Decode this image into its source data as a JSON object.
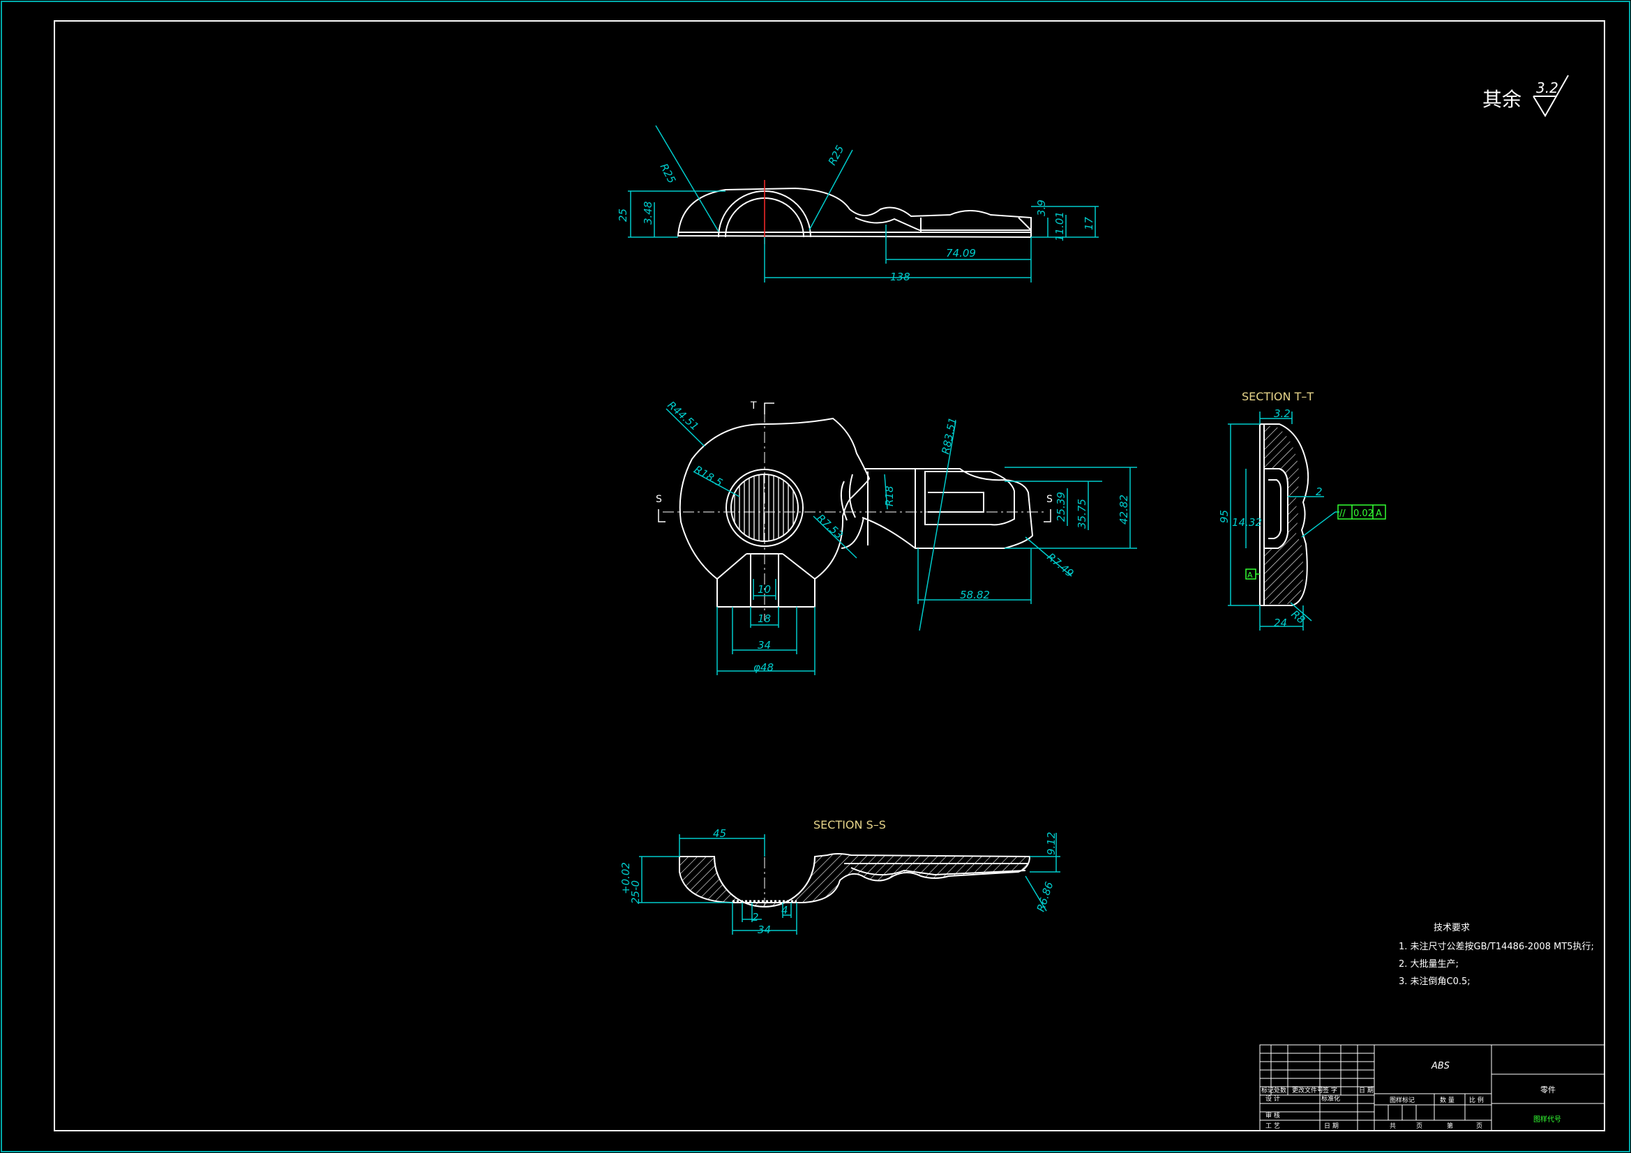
{
  "finish": {
    "label": "其余",
    "value": "3.2"
  },
  "top_view": {
    "dims": [
      "R25",
      "R25",
      "25",
      "3.48",
      "3.9",
      "11.01",
      "17",
      "74.09",
      "138"
    ]
  },
  "main_view": {
    "section_marks": [
      "T",
      "S",
      "S"
    ],
    "dims": [
      "R44.51",
      "R18.5",
      "R83.51",
      "R7.53",
      "R18",
      "R7.49",
      "25.39",
      "35.75",
      "42.82",
      "58.82",
      "10",
      "18",
      "34",
      "φ48"
    ]
  },
  "section_tt": {
    "title": "SECTION  T–T",
    "dims": [
      "3.2",
      "2",
      "95",
      "14.32",
      "24",
      "R8"
    ],
    "tolerance": {
      "symbol": "//",
      "value": "0.02",
      "datum": "A"
    },
    "datum": "A"
  },
  "section_ss": {
    "title": "SECTION  S–S",
    "dims": [
      "45",
      "+0.02",
      "25-0",
      "9.12",
      "R6.86",
      "2",
      "4",
      "34"
    ]
  },
  "tech_requirements": {
    "title": "技术要求",
    "items": [
      "1. 未注尺寸公差按GB/T14486-2008 MT5执行;",
      "2. 大批量生产;",
      "3. 未注倒角C0.5;"
    ]
  },
  "title_block": {
    "material": "ABS",
    "part": "零件",
    "drawing_no": "图样代号",
    "rev_headers": [
      "标记",
      "处数",
      "更改文件号",
      "签 字",
      "日 期"
    ],
    "rows": [
      "设 计",
      "标准化",
      "审 核",
      "工 艺",
      "日 期"
    ],
    "mid_headers": [
      "图样标记",
      "数 量",
      "比 例"
    ],
    "sheet_labels": [
      "共",
      "页",
      "第",
      "页"
    ]
  },
  "colors": {
    "outline": "#ffffff",
    "dimension": "#00cccc",
    "label": "#e6d48a",
    "center": "#ff2a2a",
    "tolerance": "#33ff33",
    "sheet_bg": "#000000"
  }
}
